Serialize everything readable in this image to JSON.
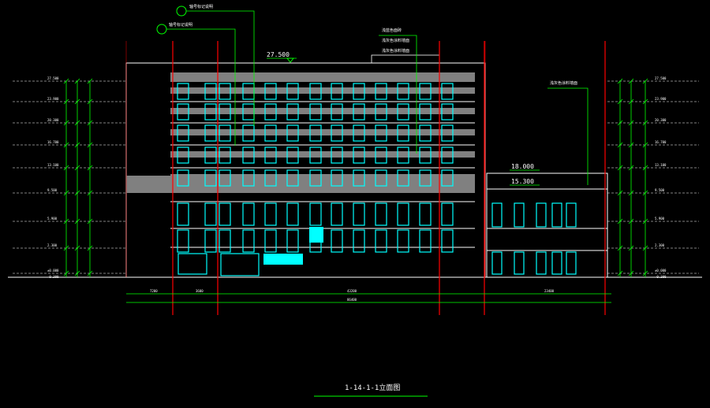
{
  "drawing": {
    "title": "1-14-1-1立面图",
    "colors": {
      "background": "#000000",
      "structure": "#ffffff",
      "dimension": "#00ff00",
      "window": "#00ffff",
      "axis": "#ff0000",
      "wall": "#808080",
      "leader": "#00ff00"
    }
  },
  "annotations": {
    "top_elevation": "27.500",
    "lower_elevation_1": "18.000",
    "lower_elevation_2": "15.300",
    "note_1": "轴号标记说明",
    "note_2": "轴号标记说明",
    "material_1": "浅蓝色面砖",
    "material_2": "浅灰色涂料墙面",
    "material_3": "浅灰色涂料墙面",
    "material_4": "浅灰色涂料墙面"
  },
  "levels_left": [
    "27.500",
    "23.900",
    "20.300",
    "16.700",
    "13.100",
    "9.500",
    "5.900",
    "2.300",
    "±0.000",
    "-0.300"
  ],
  "levels_right": [
    "27.500",
    "23.900",
    "20.300",
    "16.700",
    "13.100",
    "9.500",
    "5.900",
    "2.300",
    "±0.000",
    "-0.300"
  ],
  "bottom_dims": [
    "7200",
    "3600",
    "43200",
    "23400",
    "86400"
  ]
}
